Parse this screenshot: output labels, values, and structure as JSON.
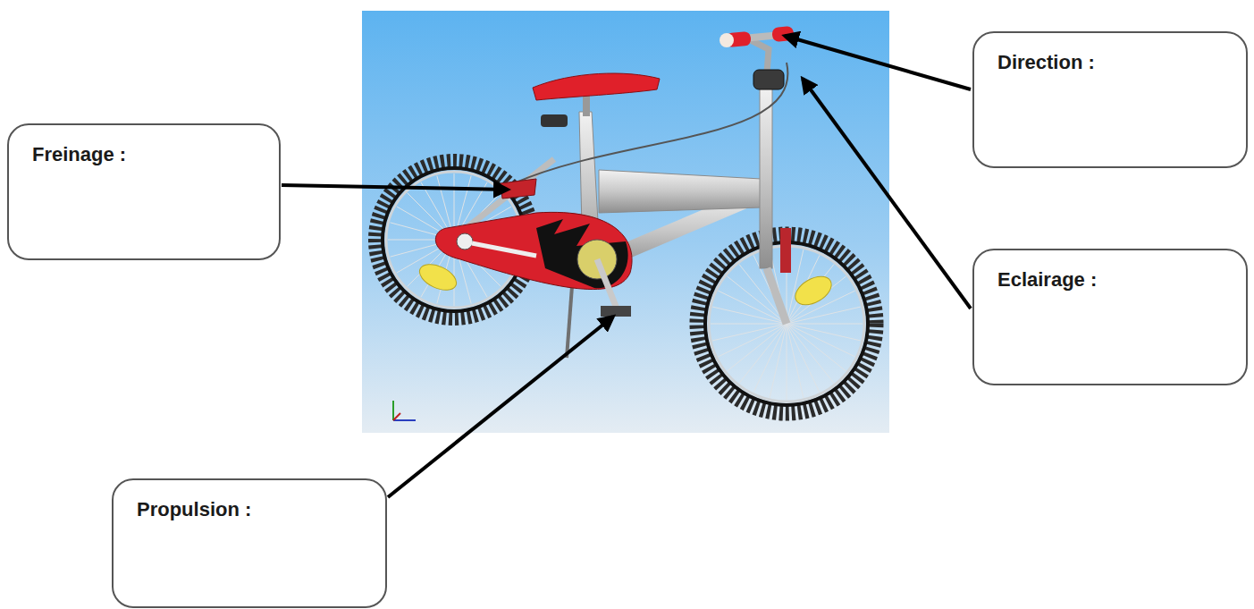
{
  "diagram": {
    "nodes": [
      {
        "text": [
          "Direction :"
        ]
      },
      {
        "text": [
          "Freinage :"
        ]
      },
      {
        "text": [
          "Eclairage :"
        ]
      },
      {
        "text": [
          "Propulsion :"
        ]
      }
    ]
  }
}
